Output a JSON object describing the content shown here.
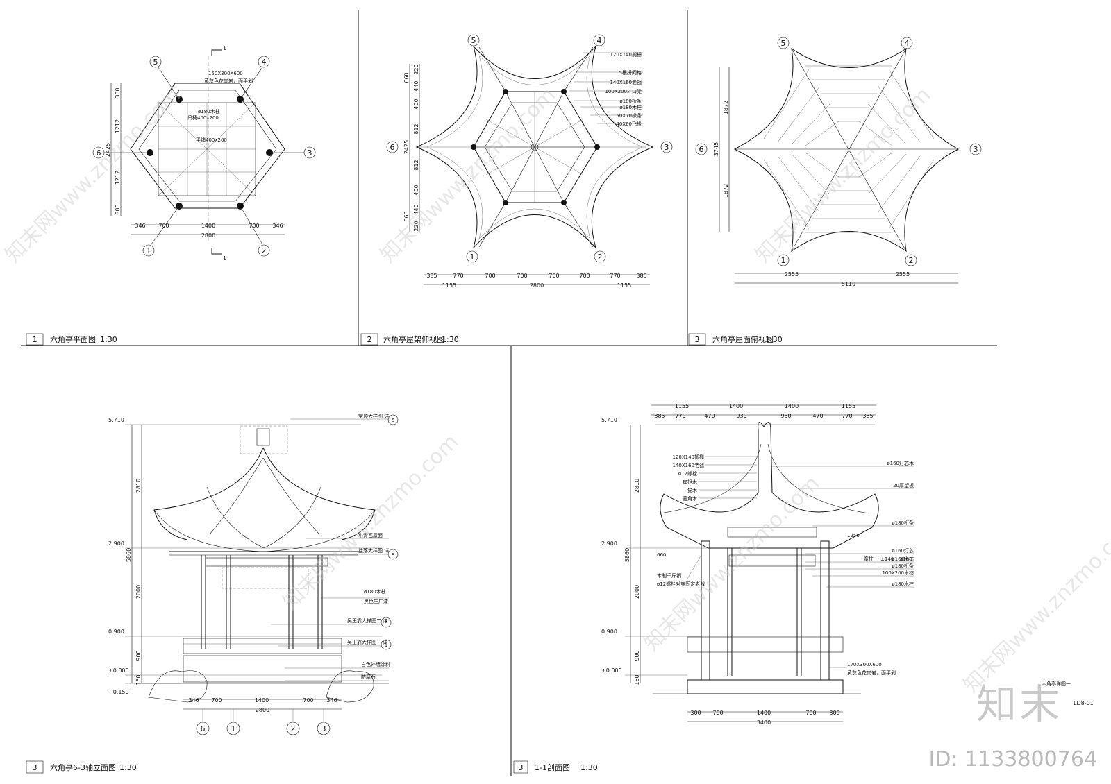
{
  "panels": {
    "p1": {
      "num": "1",
      "title": "六角亭平面图",
      "scale": "1:30"
    },
    "p2": {
      "num": "2",
      "title": "六角亭屋架仰视图",
      "scale": "1:30"
    },
    "p3": {
      "num": "3",
      "title": "六角亭屋面俯视图",
      "scale": "1:30"
    },
    "p4": {
      "num": "3",
      "title": "六角亭6-3轴立面图",
      "scale": "1:30"
    },
    "p5": {
      "num": "3",
      "title": "1-1剖面图",
      "scale": "1:30"
    }
  },
  "axes": [
    "1",
    "2",
    "3",
    "4",
    "5",
    "6"
  ],
  "plan": {
    "section_mark": "1",
    "dims_bottom": [
      "346",
      "700",
      "1400",
      "700",
      "346"
    ],
    "dim_total": "2800",
    "dims_left": [
      "300",
      "1212",
      "1212",
      "300"
    ],
    "dim_left_total": "2425",
    "notes": [
      "150X300X600",
      "黄灰色花岗岩，面平剁",
      "ø180木柱",
      "吊椅400x200",
      "平铺400x200"
    ]
  },
  "ceiling": {
    "dims_bottom": [
      "385",
      "770",
      "700",
      "700",
      "700",
      "700",
      "770",
      "385"
    ],
    "dims_bottom2": [
      "1155",
      "2800",
      "1155"
    ],
    "dims_left": [
      "220",
      "440",
      "400",
      "812",
      "812",
      "400",
      "440",
      "220"
    ],
    "dims_left2": [
      "660",
      "2425",
      "660"
    ],
    "notes": [
      "120X140搁栅",
      "5根拼网格",
      "140X160老戗",
      "100X200斗口梁",
      "ø180桁条",
      "ø180木柱",
      "50X70椽条",
      "40X60飞椽"
    ]
  },
  "roofplan": {
    "dims_bottom": [
      "2555",
      "2555"
    ],
    "dim_total": "5110",
    "dims_left": [
      "1872",
      "1872"
    ],
    "dim_left_total": "3745"
  },
  "elevation": {
    "levels": [
      "5.710",
      "2.900",
      "0.900",
      "±0.000",
      "−0.150"
    ],
    "dims_left": [
      "2810",
      "2000",
      "900",
      "150"
    ],
    "dim_left_total": "5860",
    "dims_bottom": [
      "346",
      "700",
      "1400",
      "700",
      "346"
    ],
    "dim_total": "2800",
    "notes": [
      "宝顶大样图 详",
      "小青瓦屋面",
      "挂落大样图 详",
      "ø180木柱",
      "黑色生广漆",
      "吴王靠大样图二 详",
      "吴王靠大样图一 详",
      "白色外墙涂料",
      "防腐石"
    ],
    "refs": [
      "5",
      "8",
      "6",
      "1"
    ]
  },
  "section": {
    "levels": [
      "5.710",
      "2.900",
      "0.900",
      "±0.000"
    ],
    "dims_top1": [
      "1155",
      "1400",
      "1400",
      "1155"
    ],
    "dims_top2": [
      "385",
      "770",
      "470",
      "930",
      "930",
      "470",
      "770",
      "385"
    ],
    "dims_left": [
      "2810",
      "2000",
      "900",
      "150"
    ],
    "dim_left_total": "5860",
    "dims_bottom": [
      "300",
      "700",
      "1400",
      "700",
      "300"
    ],
    "dim_total": "3400",
    "notes_left": [
      "120X140搁栅",
      "140X160老戗",
      "ø12螺栓",
      "扁担木",
      "猫木",
      "菱角木"
    ],
    "notes_right": [
      "ø160灯芯木",
      "20厚望板",
      "ø180桁条",
      "ø160灯芯",
      "ø160木枋",
      "童柱",
      "ø180桁条",
      "100X200木枋",
      "ø180木柱"
    ],
    "notes_misc": [
      "木制千斤销",
      "ø12螺栓对穿固定老戗",
      "170X300X600",
      "黄灰色花岗岩，面平剁",
      "六角亭详图一",
      "660",
      "1250",
      "±140",
      "ø180"
    ],
    "sheet": "LD8-01"
  },
  "watermarks": [
    "知末网www.znzmo.com"
  ],
  "brand": "知末",
  "doc_id": "ID: 1133800764"
}
